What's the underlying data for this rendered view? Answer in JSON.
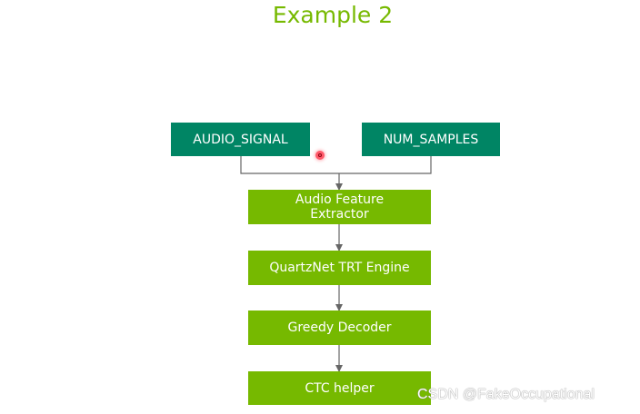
{
  "title": "Example 2",
  "inputs": {
    "audio_signal": "AUDIO_SIGNAL",
    "num_samples": "NUM_SAMPLES"
  },
  "pipeline": {
    "feature_extractor": "Audio Feature Extractor",
    "trt_engine": "QuartzNet TRT Engine",
    "decoder": "Greedy Decoder",
    "ctc_helper": "CTC helper"
  },
  "watermark": "CSDN @FakeOccupational",
  "colors": {
    "title": "#76b900",
    "input_box": "#008564",
    "stage_box": "#76b900",
    "connector": "#666666"
  }
}
